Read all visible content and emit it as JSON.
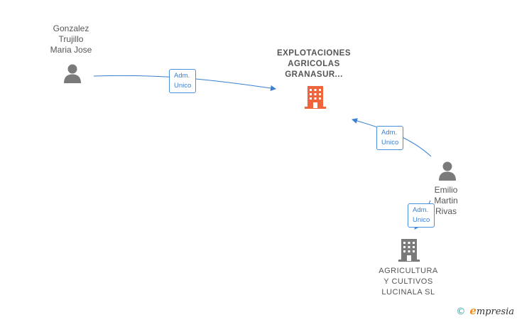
{
  "nodes": {
    "person_gonzalez": {
      "name": "Gonzalez\nTrujillo\nMaria Jose"
    },
    "company_main": {
      "name": "EXPLOTACIONES\nAGRICOLAS\nGRANASUR..."
    },
    "person_emilio": {
      "name": "Emilio\nMartin\nRivas"
    },
    "company_agricultura": {
      "name": "AGRICULTURA\nY CULTIVOS\nLUCINALA  SL"
    }
  },
  "edges": [
    {
      "label": "Adm.\nUnico"
    },
    {
      "label": "Adm.\nUnico"
    },
    {
      "label": "Adm.\nUnico"
    }
  ],
  "colors": {
    "edge": "#3a7fd0",
    "person_icon": "#7a7a7a",
    "company_main_icon": "#f0643c",
    "company_icon": "#7a7a7a"
  },
  "footer": {
    "copyright_symbol": "©",
    "brand_initial": "e",
    "brand_rest": "mpresia"
  }
}
